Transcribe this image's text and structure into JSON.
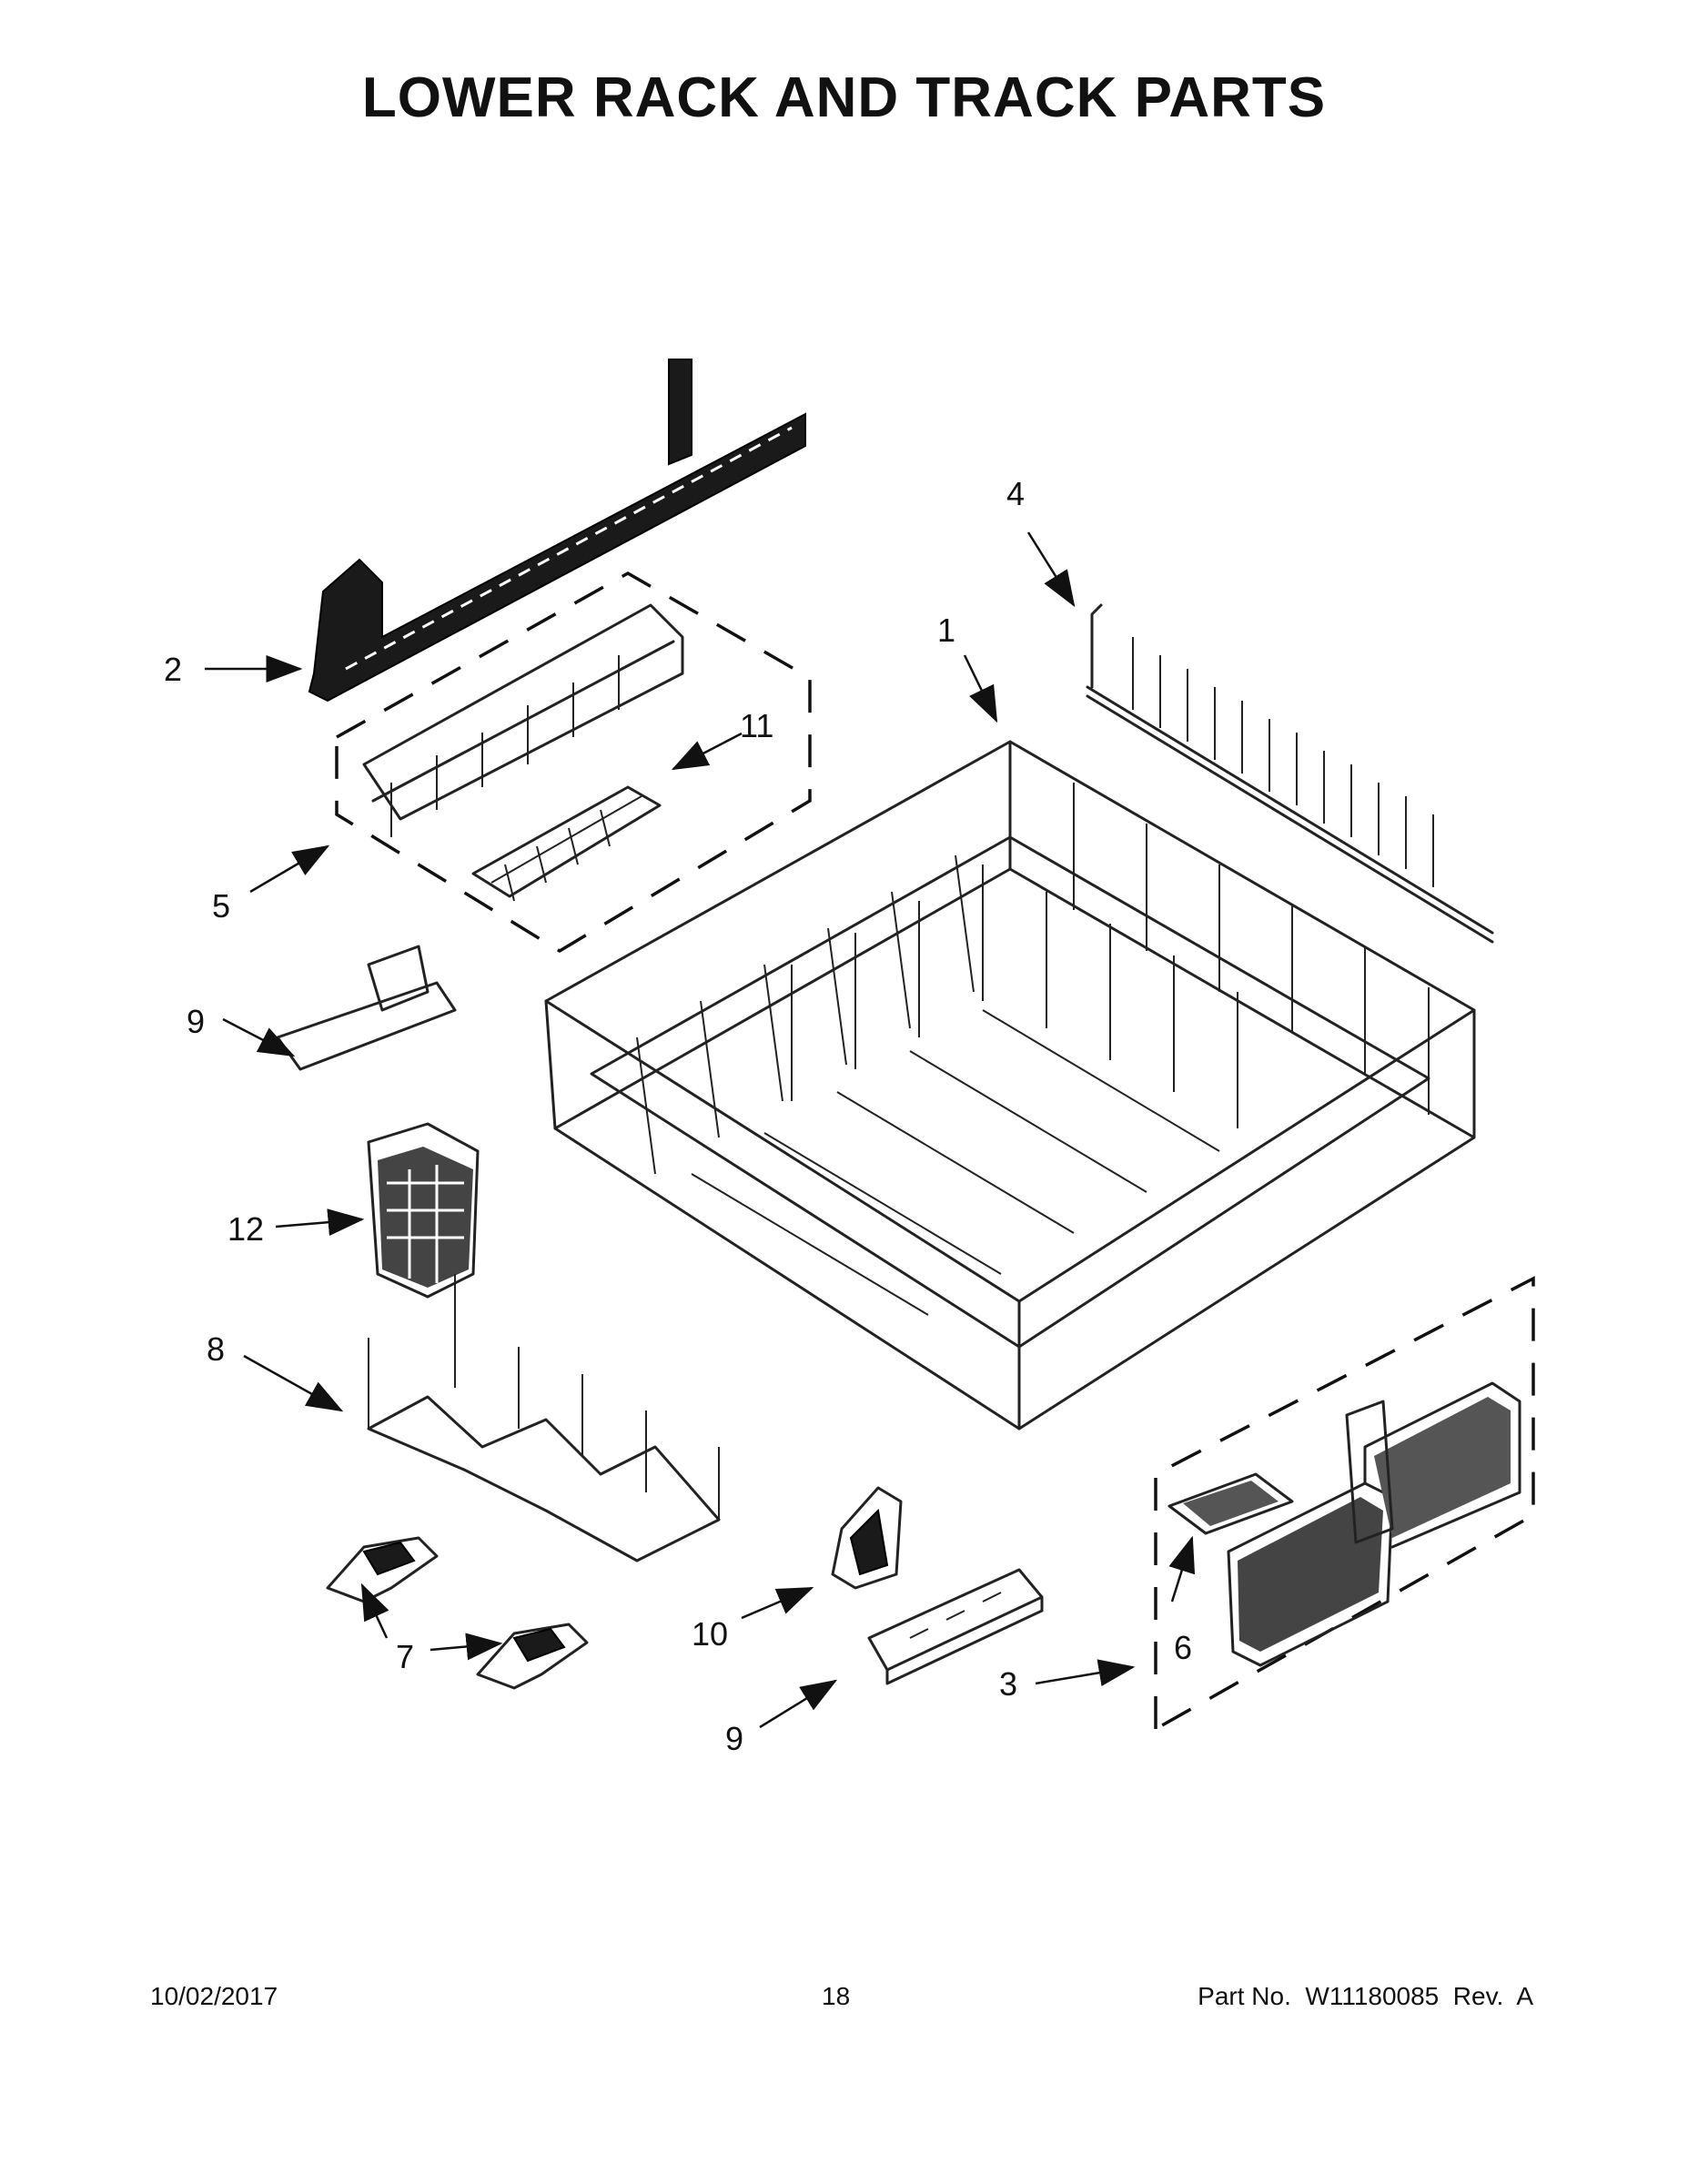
{
  "title": "LOWER RACK AND TRACK PARTS",
  "callouts": [
    "1",
    "2",
    "3",
    "4",
    "5",
    "6",
    "7",
    "8",
    "9",
    "9",
    "10",
    "11",
    "12"
  ],
  "footer": {
    "date": "10/02/2017",
    "page": "18",
    "part_no": "Part No.  W11180085  Rev.  A"
  }
}
